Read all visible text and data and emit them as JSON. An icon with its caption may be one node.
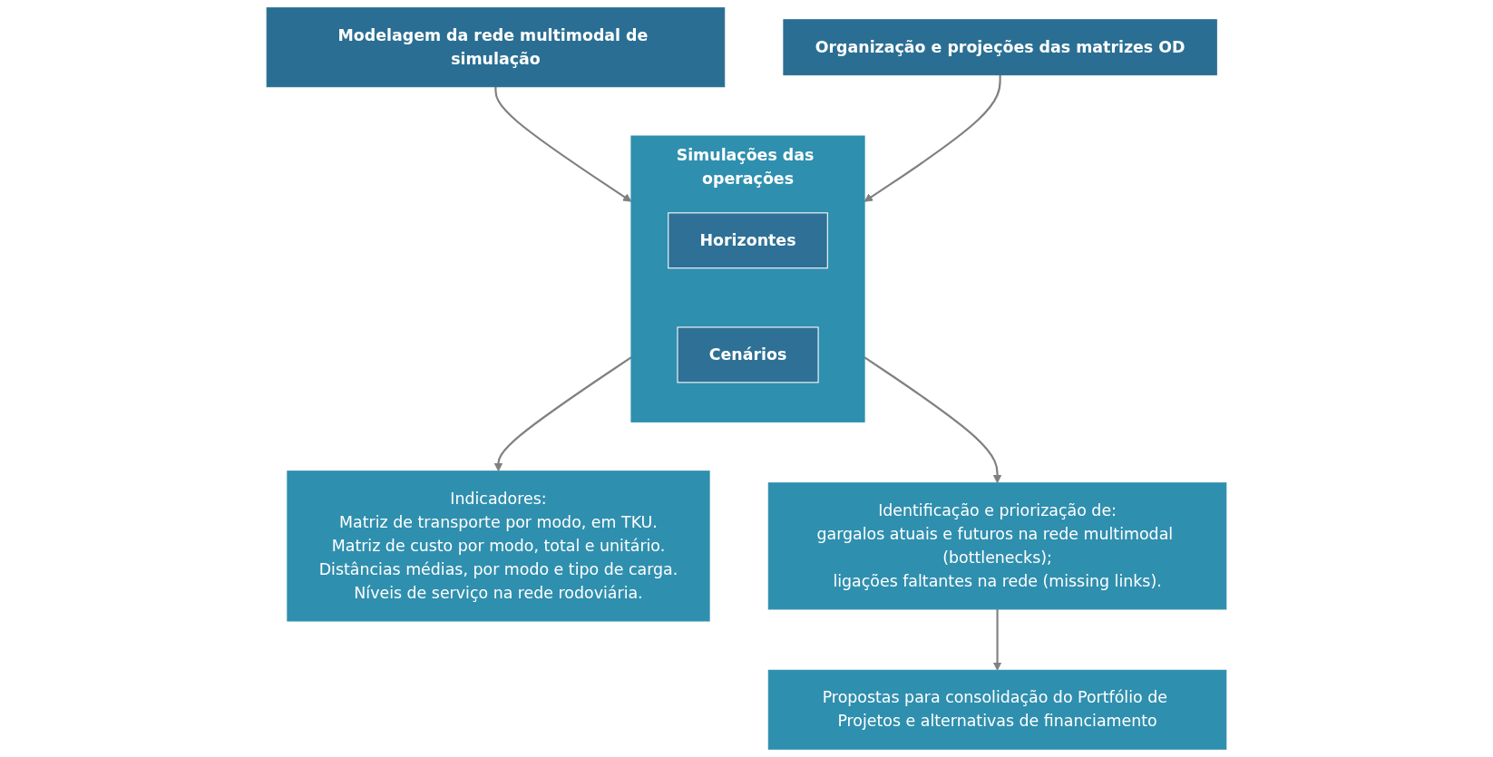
{
  "diagram": {
    "nodes": [
      {
        "text": [
          "Modelagem da rede multimodal de simulação"
        ]
      },
      {
        "text": [
          "Organização e projeções das matrizes OD"
        ]
      },
      {
        "text": [
          "Simulações das operações"
        ]
      },
      {
        "text": [
          "Horizontes"
        ],
        "in": 2
      },
      {
        "text": [
          "Cenários"
        ],
        "in": 2
      },
      {
        "text": [
          "Indicadores:",
          "Matriz de transporte por modo, em TKU.",
          "Matriz de custo por modo, total e unitário.",
          "Distâncias médias, por modo e tipo de carga.",
          "Níveis de serviço na rede rodoviária."
        ]
      },
      {
        "text": [
          "Identificação e priorização de:",
          "gargalos atuais e futuros na rede multimodal (bottlenecks);",
          "ligações faltantes na rede (missing links)."
        ]
      },
      {
        "text": [
          "Propostas para consolidação do Portfólio de Projetos e alternativas de financiamento"
        ]
      }
    ],
    "edges": [
      {
        "from": 0,
        "to": 2,
        "arrow": "to"
      },
      {
        "from": 1,
        "to": 2,
        "arrow": "to"
      },
      {
        "from": 2,
        "to": 5,
        "arrow": "to"
      },
      {
        "from": 2,
        "to": 6,
        "arrow": "to"
      },
      {
        "from": 6,
        "to": 7,
        "arrow": "to"
      }
    ]
  }
}
